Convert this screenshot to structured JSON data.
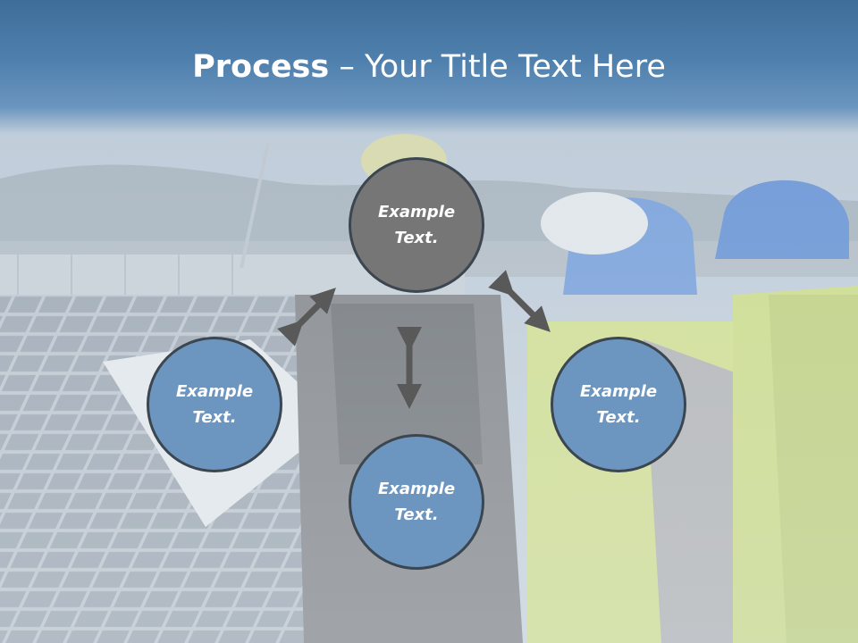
{
  "slide": {
    "title_bold": "Process",
    "title_rest": " – Your Title Text Here"
  },
  "nodes": {
    "top": "Example Text.",
    "left": "Example Text.",
    "right": "Example Text.",
    "bottom": "Example Text."
  },
  "colors": {
    "title_band": "#4f80ad",
    "node_grey": "#767676",
    "node_blue": "#6c96c0",
    "node_border": "#3b4650",
    "arrow": "#595959"
  },
  "background_image": "workers-with-hardhats-at-solar-panels"
}
